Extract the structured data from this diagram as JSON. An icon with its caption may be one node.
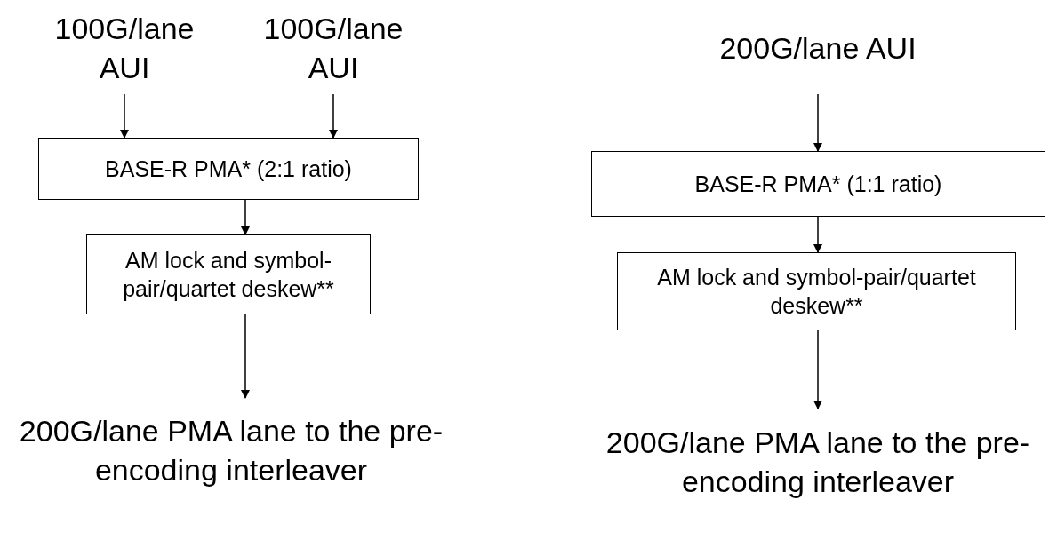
{
  "diagram": {
    "nodes": [
      {
        "text": [
          "100G/lane AUI"
        ]
      },
      {
        "text": [
          "100G/lane AUI"
        ]
      },
      {
        "text": [
          "BASE-R PMA* (2:1 ratio)"
        ]
      },
      {
        "text": [
          "AM lock and symbol-pair/quartet deskew**"
        ]
      },
      {
        "text": [
          "200G/lane PMA lane to the pre-encoding interleaver"
        ]
      },
      {
        "text": [
          "200G/lane AUI"
        ]
      },
      {
        "text": [
          "BASE-R PMA* (1:1 ratio)"
        ]
      },
      {
        "text": [
          "AM lock and symbol-pair/quartet deskew**"
        ]
      },
      {
        "text": [
          "200G/lane PMA lane to the pre-encoding interleaver"
        ]
      }
    ],
    "edges": [
      {
        "from": 0,
        "to": 2,
        "arrow": "to"
      },
      {
        "from": 1,
        "to": 2,
        "arrow": "to"
      },
      {
        "from": 2,
        "to": 3,
        "arrow": "to"
      },
      {
        "from": 3,
        "to": 4,
        "arrow": "to"
      },
      {
        "from": 5,
        "to": 6,
        "arrow": "to"
      },
      {
        "from": 6,
        "to": 7,
        "arrow": "to"
      },
      {
        "from": 7,
        "to": 8,
        "arrow": "to"
      }
    ]
  }
}
